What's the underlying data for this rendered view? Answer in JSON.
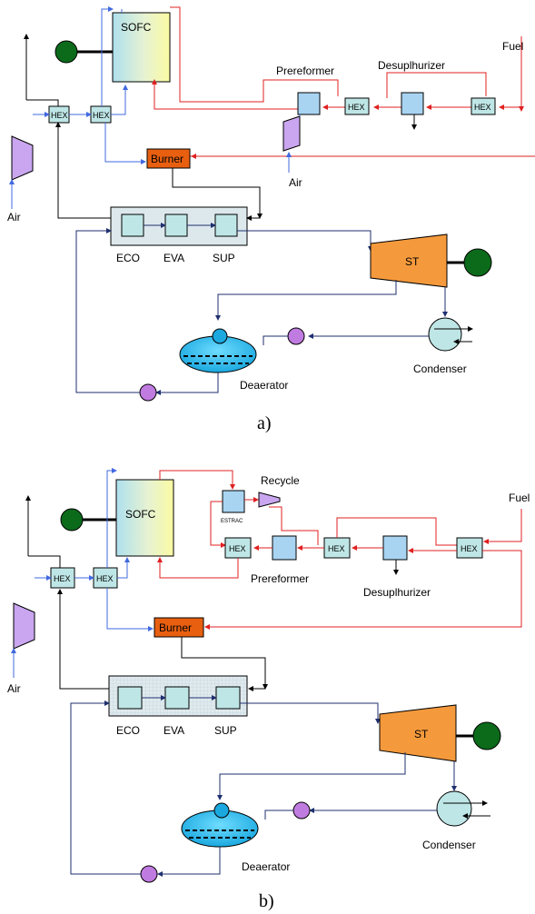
{
  "diagram_a": {
    "caption": "a)",
    "sofc": "SOFC",
    "hex": "HEX",
    "prereformer": "Prereformer",
    "desulphurizer": "Desuplhurizer",
    "fuel": "Fuel",
    "air_compressor": "Air",
    "air_blower": "Air",
    "burner": "Burner",
    "eco": "ECO",
    "eva": "EVA",
    "sup": "SUP",
    "steam_turbine": "ST",
    "condenser": "Condenser",
    "deaerator": "Deaerator"
  },
  "diagram_b": {
    "caption": "b)",
    "sofc": "SOFC",
    "hex": "HEX",
    "recycle": "Recycle",
    "estrac": "ESTRAC",
    "prereformer": "Prereformer",
    "desulphurizer": "Desuplhurizer",
    "fuel": "Fuel",
    "air_compressor": "Air",
    "burner": "Burner",
    "eco": "ECO",
    "eva": "EVA",
    "sup": "SUP",
    "steam_turbine": "ST",
    "condenser": "Condenser",
    "deaerator": "Deaerator"
  },
  "colors": {
    "air_lines": "#4169e1",
    "fuel_lines": "#e02020",
    "exhaust_lines": "#000000",
    "water_lines": "#1f2f6f",
    "burner": "#e85f10",
    "steam_turbine": "#f59a3c",
    "generator": "#0b6b1b",
    "compressor": "#c9a6ef",
    "pump": "#c07be0",
    "deaerator": "#2fc3ef",
    "condenser": "#bfe6e6"
  }
}
